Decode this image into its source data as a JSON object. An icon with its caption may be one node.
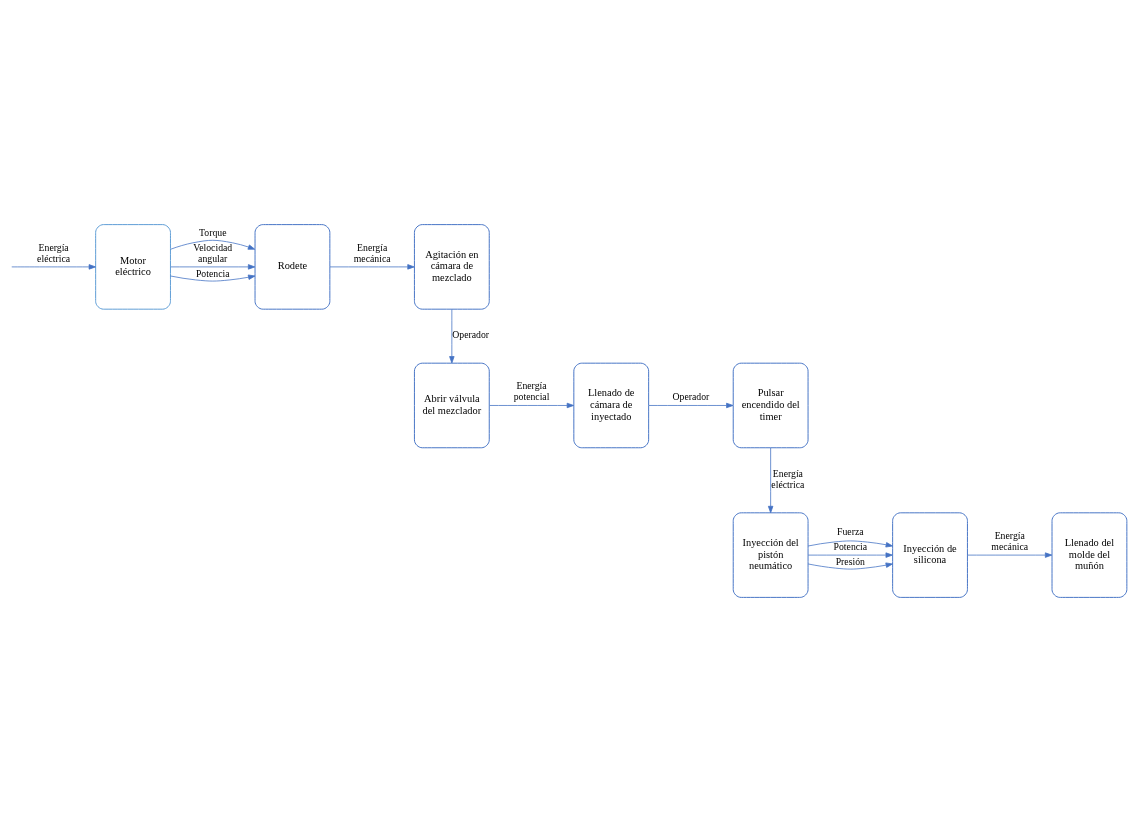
{
  "diagram": {
    "nodes": [
      {
        "text": [
          "Motor eléctrico"
        ]
      },
      {
        "text": [
          "Rodete"
        ]
      },
      {
        "text": [
          "Agitación en cámara de mezclado"
        ]
      },
      {
        "text": [
          "Abrir válvula del mezclador"
        ]
      },
      {
        "text": [
          "Llenado de cámara de inyectado"
        ]
      },
      {
        "text": [
          "Pulsar encendido del timer"
        ]
      },
      {
        "text": [
          "Inyección del pistón neumático"
        ]
      },
      {
        "text": [
          "Inyección de silicona"
        ]
      },
      {
        "text": [
          "Llenado del molde del muñón"
        ]
      }
    ],
    "edges": [
      {
        "from": null,
        "to": 0,
        "arrow": "to",
        "label": "Energía eléctrica"
      },
      {
        "from": 0,
        "to": 1,
        "arrow": "to",
        "label": "Potencia"
      },
      {
        "from": 0,
        "to": 1,
        "arrow": "to",
        "label": "Velocidad angular"
      },
      {
        "from": 0,
        "to": 1,
        "arrow": "to",
        "label": "Torque"
      },
      {
        "from": 1,
        "to": 2,
        "arrow": "to",
        "label": "Energía mecánica"
      },
      {
        "from": 2,
        "to": 3,
        "arrow": "to",
        "label": "Operador"
      },
      {
        "from": 3,
        "to": 4,
        "arrow": "to",
        "label": "Energía potencial"
      },
      {
        "from": 4,
        "to": 5,
        "arrow": "to",
        "label": "Operador"
      },
      {
        "from": 5,
        "to": 6,
        "arrow": "to",
        "label": "Energía eléctrica"
      },
      {
        "from": 6,
        "to": 7,
        "arrow": "to",
        "label": "Potencia"
      },
      {
        "from": 6,
        "to": 7,
        "arrow": "to",
        "label": "Presión"
      },
      {
        "from": 6,
        "to": 7,
        "arrow": "to",
        "label": "Fuerza"
      },
      {
        "from": 7,
        "to": 8,
        "arrow": "to",
        "label": "Energía mecánica"
      }
    ]
  }
}
